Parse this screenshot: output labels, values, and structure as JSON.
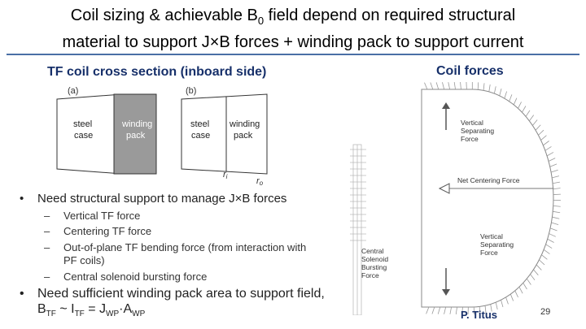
{
  "title": {
    "line1_a": "Coil sizing & achievable B",
    "line1_sub": "0",
    "line1_b": " field depend on required structural",
    "line2": "material to support J×B forces + winding pack to support current"
  },
  "left_heading": "TF coil cross section (inboard side)",
  "right_heading": "Coil forces",
  "fig_a": {
    "label": "(a)",
    "steel": [
      "steel",
      "case"
    ],
    "winding": [
      "winding",
      "pack"
    ]
  },
  "fig_b": {
    "label": "(b)",
    "steel": [
      "steel",
      "case"
    ],
    "winding": [
      "winding",
      "pack"
    ],
    "ri": "r",
    "ri_sub": "i",
    "ro": "r",
    "ro_sub": "o"
  },
  "bullets": [
    {
      "text": "Need structural support to manage J×B forces"
    },
    {
      "text_line1": "Need sufficient winding pack area to support field,"
    }
  ],
  "formula": {
    "b": "B",
    "b_sub": "TF",
    "tilde": " ~ I",
    "i_sub": "TF",
    "eq": " = J",
    "j_sub": "WP",
    "dot": "·A",
    "a_sub": "WP"
  },
  "sub_bullets": [
    {
      "text": "Vertical TF force"
    },
    {
      "text": "Centering TF force"
    },
    {
      "text_line1": "Out-of-plane TF bending force (from interaction with",
      "text_line2": "PF coils)"
    },
    {
      "text": "Central solenoid bursting force"
    }
  ],
  "force_labels": {
    "vsf_top": [
      "Vertical",
      "Separating",
      "Force"
    ],
    "net_centering": "Net Centering Force",
    "vsf_bottom": [
      "Vertical",
      "Separating",
      "Force"
    ],
    "cs_bursting": [
      "Central",
      "Solenoid",
      "Bursting",
      "Force"
    ]
  },
  "footer": {
    "author": "P. Titus",
    "page": "29"
  }
}
